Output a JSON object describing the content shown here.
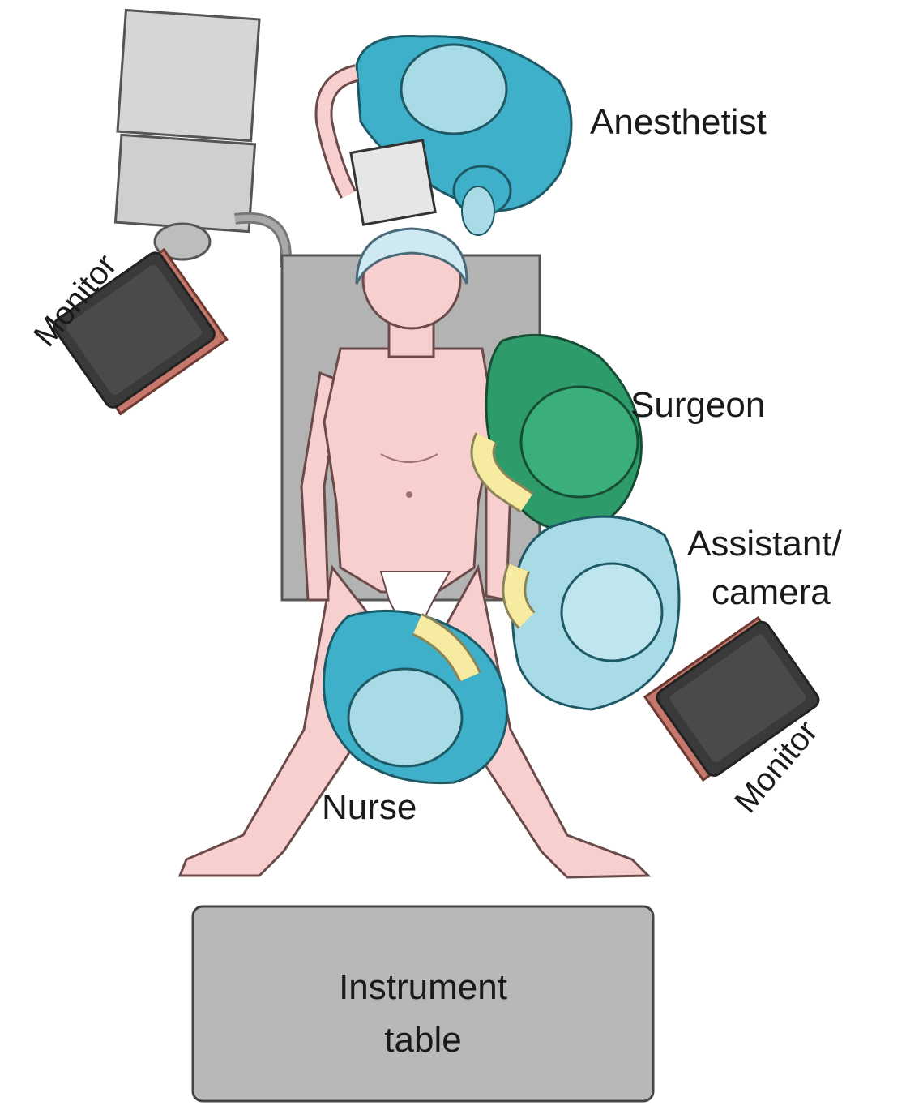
{
  "labels": {
    "anesthetist": "Anesthetist",
    "surgeon": "Surgeon",
    "assistant_line1": "Assistant/",
    "assistant_line2": "camera",
    "nurse": "Nurse",
    "monitor_left": "Monitor",
    "monitor_right": "Monitor",
    "instrument_line1": "Instrument",
    "instrument_line2": "table"
  },
  "colors": {
    "anesthetist_gown": "#3fb0c9",
    "surgeon_gown": "#2e9c6a",
    "assistant_gown": "#a8dbe6",
    "nurse_gown": "#3fb0c9",
    "patient_skin": "#f7cfcf",
    "operating_table": "#b3b3b3",
    "instrument_table": "#b8b8b8",
    "monitor_screen": "#3a3a3a",
    "monitor_base": "#b5675a",
    "glove": "#f6eba0"
  }
}
